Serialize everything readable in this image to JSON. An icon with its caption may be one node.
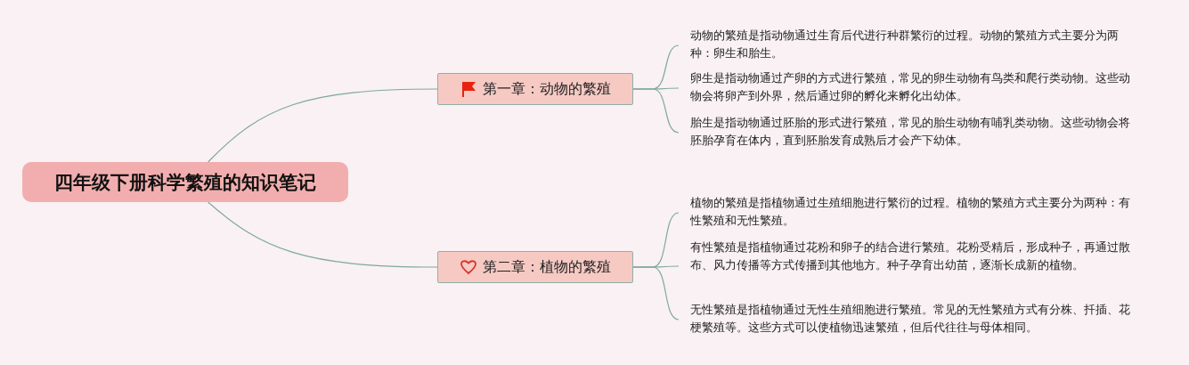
{
  "diagram": {
    "nodes": [
      {
        "text": [
          "四年级下册科学繁殖的知识笔记"
        ]
      },
      {
        "text": [
          "第一章：动物的繁殖"
        ]
      },
      {
        "text": [
          "动物的繁殖是指动物通过生育后代进行种群繁衍的过程。动物的繁殖方式主要分为两种：卵生和胎生。"
        ]
      },
      {
        "text": [
          "卵生是指动物通过产卵的方式进行繁殖，常见的卵生动物有鸟类和爬行类动物。这些动物会将卵产到外界，然后通过卵的孵化来孵化出幼体。"
        ]
      },
      {
        "text": [
          "胎生是指动物通过胚胎的形式进行繁殖，常见的胎生动物有哺乳类动物。这些动物会将胚胎孕育在体内，直到胚胎发育成熟后才会产下幼体。"
        ]
      },
      {
        "text": [
          "第二章：植物的繁殖"
        ]
      },
      {
        "text": [
          "植物的繁殖是指植物通过生殖细胞进行繁衍的过程。植物的繁殖方式主要分为两种：有性繁殖和无性繁殖。"
        ]
      },
      {
        "text": [
          "有性繁殖是指植物通过花粉和卵子的结合进行繁殖。花粉受精后，形成种子，再通过散布、风力传播等方式传播到其他地方。种子孕育出幼苗，逐渐长成新的植物。"
        ]
      },
      {
        "text": [
          "无性繁殖是指植物通过无性生殖细胞进行繁殖。常见的无性繁殖方式有分株、扦插、花梗繁殖等。这些方式可以使植物迅速繁殖，但后代往往与母体相同。"
        ]
      }
    ],
    "edges": [
      {
        "from": 0,
        "to": 1,
        "arrow": "none"
      },
      {
        "from": 1,
        "to": 2,
        "arrow": "none"
      },
      {
        "from": 1,
        "to": 3,
        "arrow": "none"
      },
      {
        "from": 1,
        "to": 4,
        "arrow": "none"
      },
      {
        "from": 0,
        "to": 5,
        "arrow": "none"
      },
      {
        "from": 5,
        "to": 6,
        "arrow": "none"
      },
      {
        "from": 5,
        "to": 7,
        "arrow": "none"
      },
      {
        "from": 5,
        "to": 8,
        "arrow": "none"
      }
    ]
  }
}
